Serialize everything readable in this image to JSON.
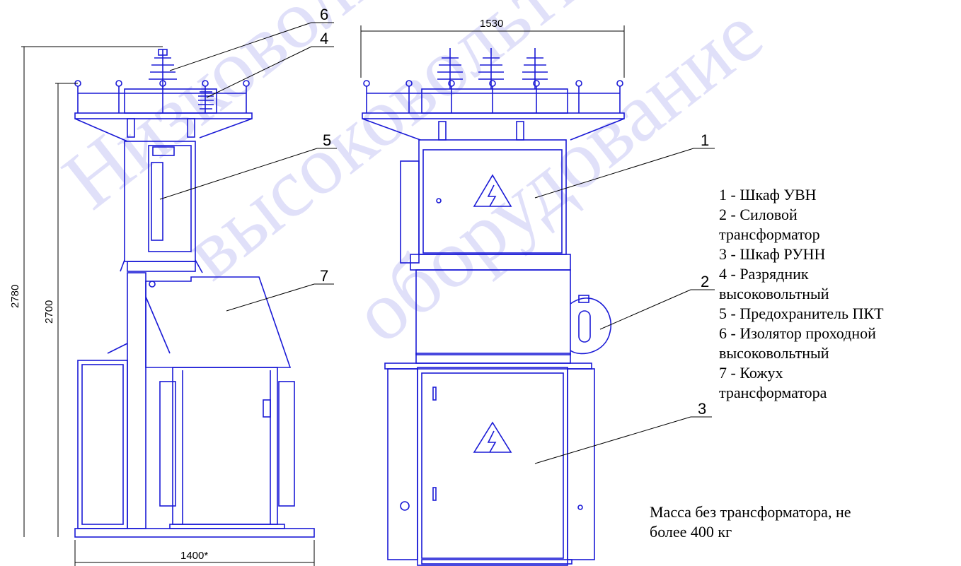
{
  "dimensions": {
    "total_height": "2780",
    "frame_height": "2700",
    "side_width": "1400*",
    "front_width": "1530"
  },
  "callouts": [
    "1",
    "2",
    "3",
    "4",
    "5",
    "6",
    "7"
  ],
  "legend": [
    "1 - Шкаф УВН",
    "2 - Силовой",
    "трансформатор",
    "3 - Шкаф РУНН",
    "4 - Разрядник",
    "высоковольтный",
    "5 - Предохранитель ПКТ",
    "6 - Изолятор проходной",
    "высоковольтный",
    "7 - Кожух",
    "трансформатора"
  ],
  "note": [
    "Масса без трансформатора, не",
    "более 400 кг"
  ],
  "watermark": [
    "Низковольтное",
    "высоковольтное",
    "оборудование"
  ],
  "colors": {
    "drawing": "#1a1ad6",
    "text": "#000000",
    "watermark": "#2a2ad8"
  }
}
